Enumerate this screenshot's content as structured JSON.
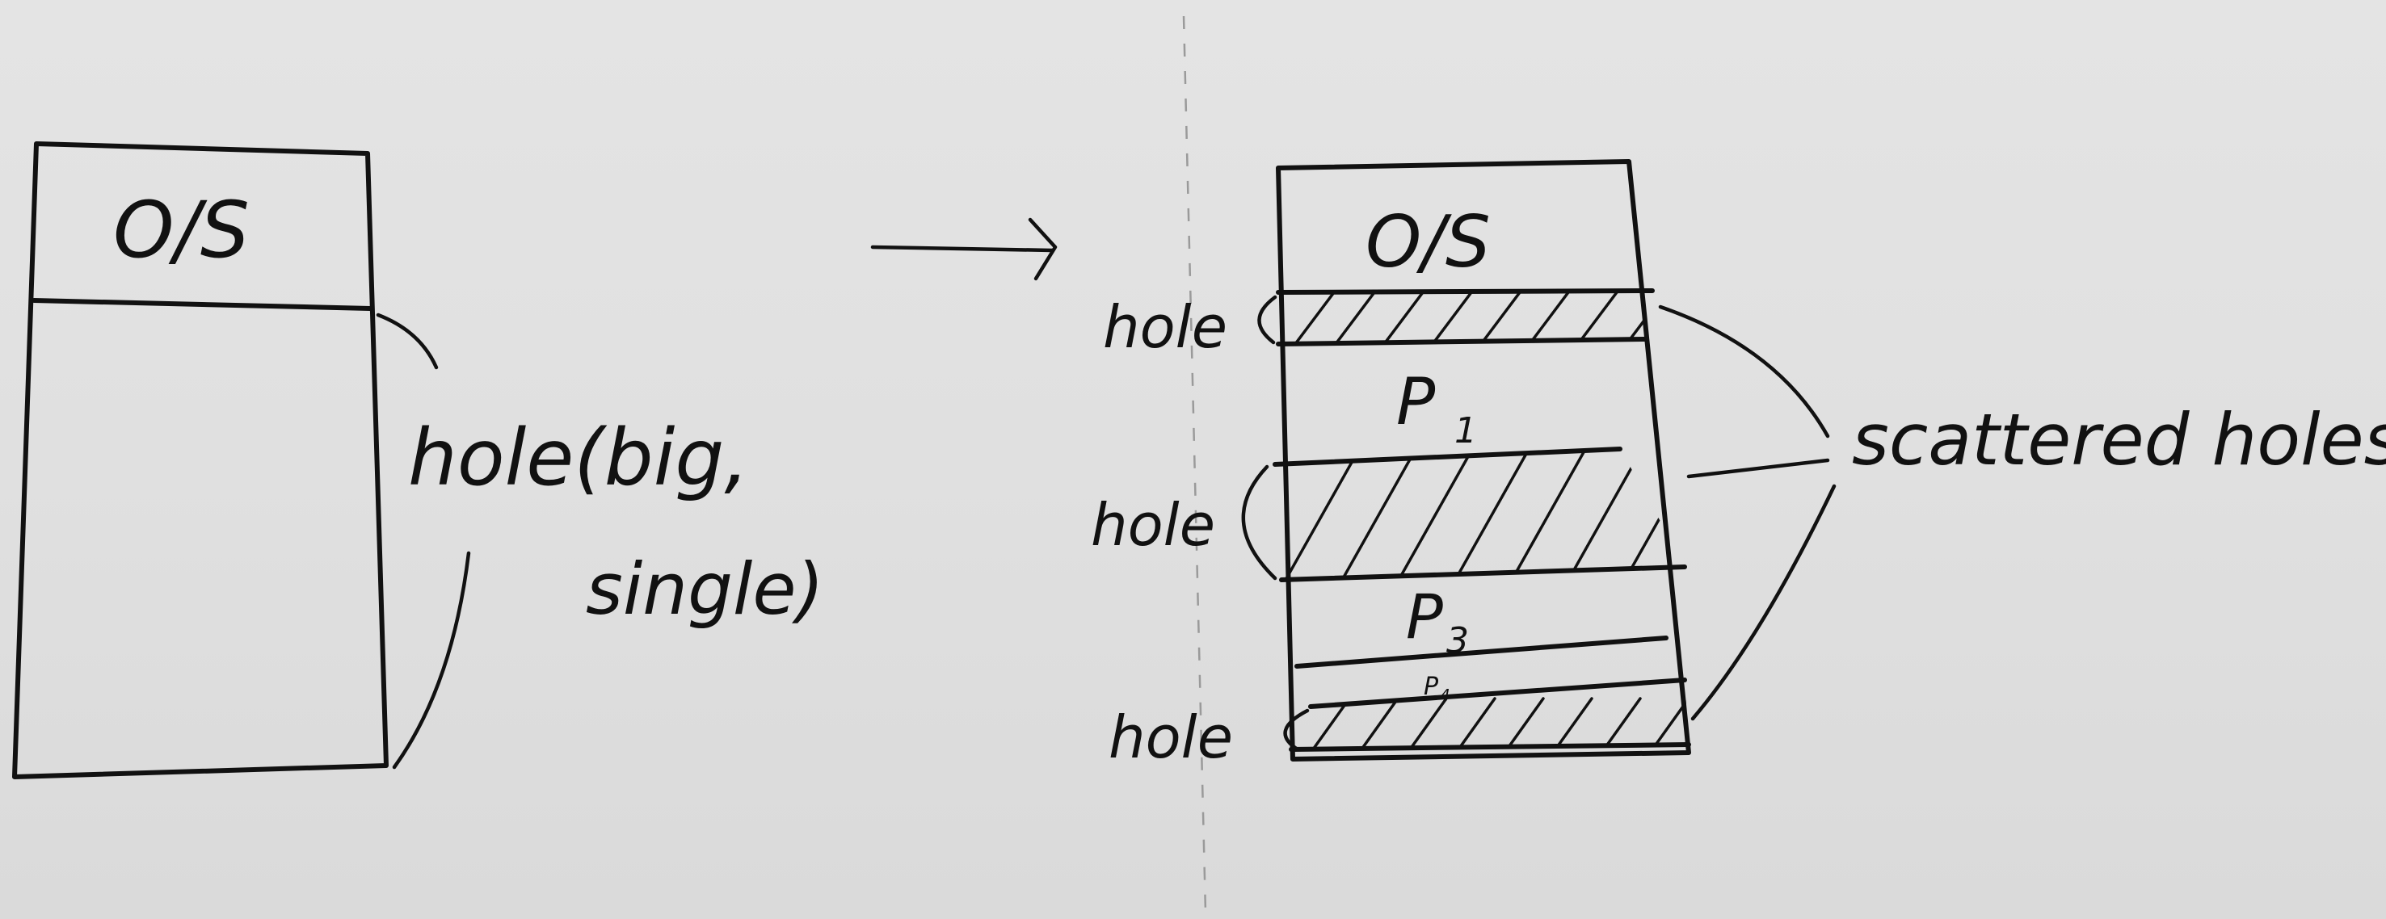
{
  "left_diagram": {
    "os_label": "O/S",
    "hole_label_line1": "hole(big,",
    "hole_label_line2": "single)"
  },
  "right_diagram": {
    "os_label": "O/S",
    "hole_labels": [
      "hole",
      "hole",
      "hole"
    ],
    "process_labels": [
      "P",
      "P",
      "P"
    ],
    "process_subscripts": [
      "1",
      "3",
      "4"
    ],
    "scattered_label": "scattered holes"
  },
  "colors": {
    "paper": "#e0e0e0",
    "ink": "#111111"
  }
}
